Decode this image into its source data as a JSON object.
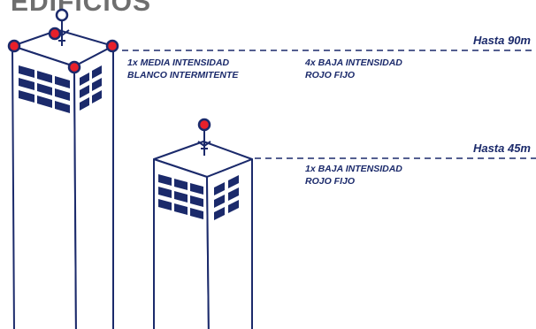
{
  "title": "EDIFICIOS",
  "tall_building": {
    "height_label": "Hasta 90m",
    "light_top": {
      "line1": "1x MEDIA INTENSIDAD",
      "line2": "BLANCO INTERMITENTE"
    },
    "light_corners": {
      "line1": "4x BAJA INTENSIDAD",
      "line2": "ROJO FIJO"
    }
  },
  "short_building": {
    "height_label": "Hasta 45m",
    "light_top": {
      "line1": "1x BAJA INTENSIDAD",
      "line2": "ROJO FIJO"
    }
  },
  "colors": {
    "navy": "#1b2a6b",
    "red": "#e8202a",
    "white": "#ffffff",
    "title_gray": "#6e6e6e"
  }
}
